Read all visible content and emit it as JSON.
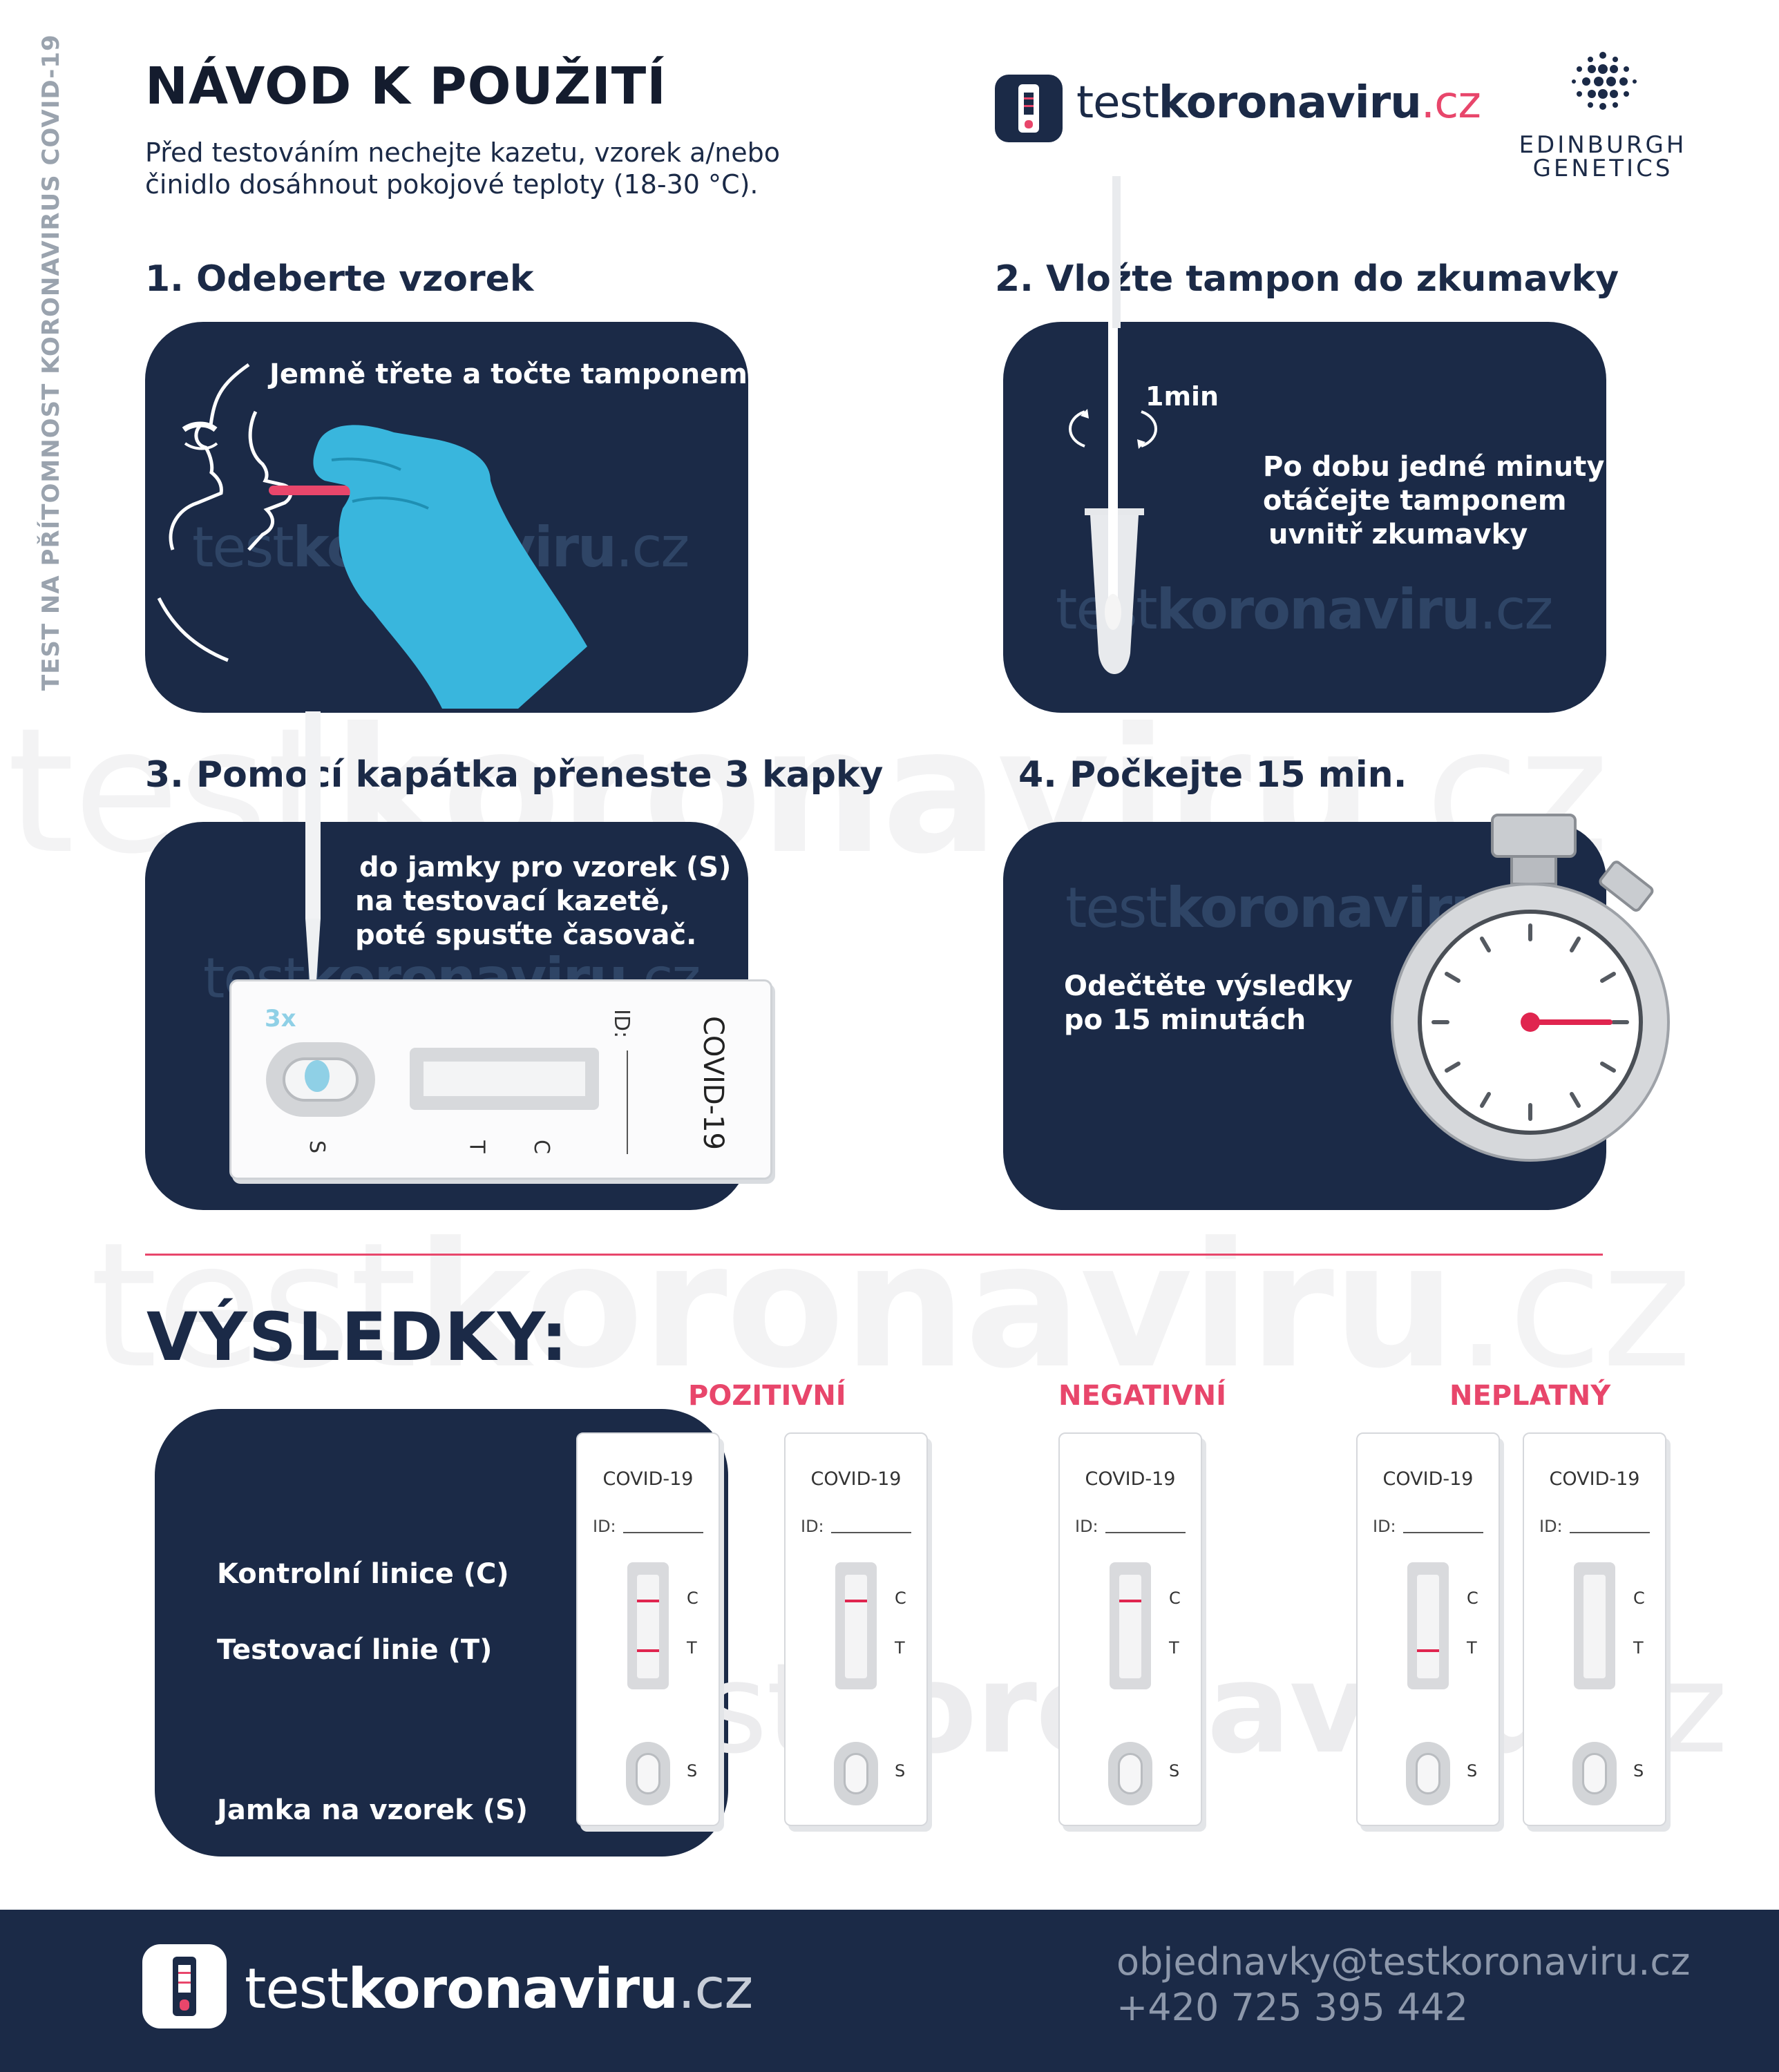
{
  "side_label": "TEST NA PŘÍTOMNOST KORONAVIRUS COVID-19",
  "header": {
    "title": "NÁVOD K POUŽITÍ",
    "intro_line1": "Před testováním nechejte kazetu, vzorek a/nebo",
    "intro_line2": "činidlo dosáhnout pokojové teploty (18-30 °C)."
  },
  "brand": {
    "prefix": "test",
    "name": "koronaviru",
    "suffix": ".cz",
    "partner_line1": "EDINBURGH",
    "partner_line2": "GENETICS"
  },
  "steps": [
    {
      "heading": "1. Odeberte vzorek",
      "text": [
        "Jemně třete a točte tamponem"
      ]
    },
    {
      "heading": "2. Vložte tampon do zkumavky",
      "timer": "1min",
      "text": [
        "Po dobu jedné minuty",
        "otáčejte tamponem",
        "uvnitř zkumavky"
      ]
    },
    {
      "heading": "3. Pomocí kapátka přeneste 3 kapky",
      "text": [
        "do jamky pro vzorek (S)",
        "na testovací kazetě,",
        "poté spusťte časovač."
      ],
      "drops": "3x"
    },
    {
      "heading": "4. Počkejte 15 min.",
      "text": [
        "Odečtěte výsledky",
        "po 15 minutách"
      ]
    }
  ],
  "big_cassette": {
    "name": "COVID-19",
    "id": "ID:",
    "labels": [
      "S",
      "T",
      "C"
    ]
  },
  "results": {
    "title": "VÝSLEDKY:",
    "legend": [
      "Kontrolní linice (C)",
      "Testovací linie (T)",
      "Jamka na vzorek (S)"
    ],
    "groups": [
      "POZITIVNÍ",
      "NEGATIVNÍ",
      "NEPLATNÝ"
    ],
    "cassette_name": "COVID-19",
    "cassette_id": "ID:",
    "labels": {
      "c": "C",
      "t": "T",
      "s": "S"
    }
  },
  "footer": {
    "email": "objednavky@testkoronaviru.cz",
    "phone": "+420 725 395 442"
  },
  "colors": {
    "navy": "#1b2a47",
    "accent": "#e8466b",
    "glove": "#39b6dd"
  }
}
